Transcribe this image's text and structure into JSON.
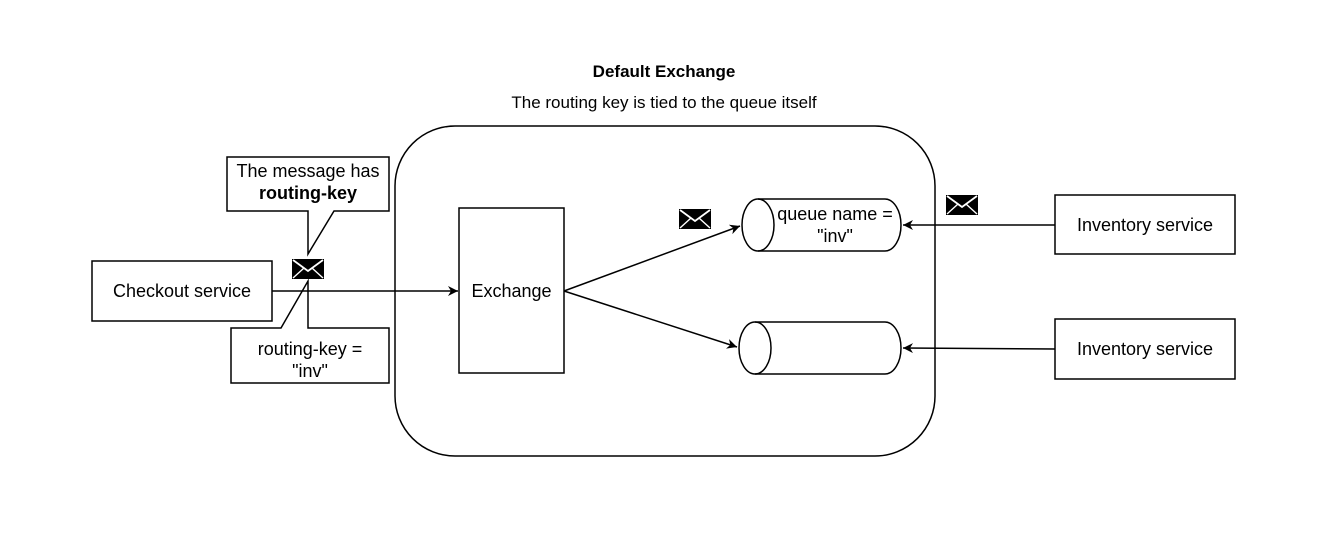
{
  "title": "Default Exchange",
  "subtitle": "The routing key is tied to the queue itself",
  "callout": {
    "line1": "The message has",
    "line2": "routing-key"
  },
  "checkout_service": "Checkout service",
  "routing_key_note": {
    "line1": "routing-key =",
    "line2": "\"inv\""
  },
  "exchange": "Exchange",
  "queue_top": {
    "line1": "queue name =",
    "line2": "\"inv\""
  },
  "inventory_top": "Inventory service",
  "inventory_bottom": "Inventory service",
  "icons": [
    "envelope-icon",
    "envelope-icon",
    "envelope-icon"
  ]
}
